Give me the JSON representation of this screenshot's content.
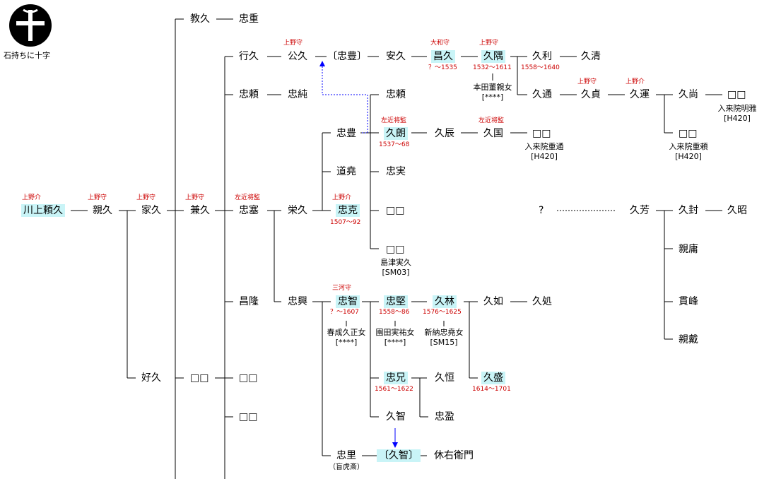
{
  "crest": {
    "icon": "cross-in-circle-crest-icon",
    "label": "石持ちに十字"
  },
  "names": {
    "kawakami_yorihisa": "川上頼久",
    "chikahisa": "親久",
    "iehisa": "家久",
    "kanehisa": "兼久",
    "norihisa": "教久",
    "tadashige": "忠重",
    "yukihisa": "行久",
    "kimihisa": "公久",
    "tadatoyo_br": "〔忠豊〕",
    "yasuhisa": "安久",
    "masahisa": "昌久",
    "hisasumi": "久隅",
    "hisatoshi": "久利",
    "hisakiyo": "久清",
    "hisamichi": "久通",
    "hisasada": "久貞",
    "hisayuki": "久運",
    "hisanao": "久尚",
    "box_a": "□□",
    "tadayori_1": "忠頼",
    "tadazumi": "忠純",
    "tadayori_2": "忠頼",
    "tadatoyo": "忠豊",
    "hisaakira": "久朗",
    "hisatoki": "久辰",
    "hisakuni": "久国",
    "box_b": "□□",
    "box_c": "□□",
    "michitaka": "道堯",
    "tadazane": "忠実",
    "tadafusa": "忠塞",
    "munehisa": "栄久",
    "tadakatsu": "忠克",
    "box_d": "□□",
    "question": "?",
    "hisayoshi": "久芳",
    "hisakado": "久封",
    "hisaaki": "久昭",
    "chikayasu": "親庸",
    "box_e": "□□",
    "masataka": "昌隆",
    "tadaoki": "忠興",
    "tadatomo": "忠智",
    "tadakata": "忠堅",
    "hisashige": "久林",
    "hisayuki2": "久如",
    "hisasho": "久処",
    "kanmine": "貫峰",
    "chikatai": "親戴",
    "yoshihisa": "好久",
    "box_f": "□□",
    "box_g": "□□",
    "tadamitsu": "忠兄",
    "hisatsune": "久恒",
    "hisamori": "久盛",
    "box_h": "□□",
    "hisatomo": "久智",
    "tadamitsu2": "忠盈",
    "tadasato": "忠里",
    "hisatomo_br": "〔久智〕",
    "kyuuemon": "休右衛門"
  },
  "titles": {
    "kozuke_suke_1": "上野介",
    "kozuke_kami_1": "上野守",
    "kozuke_kami_2": "上野守",
    "kozuke_kami_3": "上野守",
    "sakon_shogen_1": "左近将監",
    "kozuke_kami_4": "上野守",
    "yamato_kami": "大和守",
    "kozuke_kami_5": "上野守",
    "kozuke_kami_6": "上野守",
    "kozuke_suke_2": "上野介",
    "sakon_shogen_2": "左近将監",
    "sakon_shogen_3": "左近将監",
    "kozuke_suke_3": "上野介",
    "mikawa_kami": "三河守"
  },
  "years": {
    "masahisa": "？～1535",
    "hisasumi": "1532～1611",
    "hisatoshi": "1558～1640",
    "hisaakira": "1537～68",
    "tadakatsu": "1507～92",
    "tadatomo": "？～1607",
    "tadakata": "1558～86",
    "hisashige": "1576～1625",
    "tadamitsu": "1561～1622",
    "hisamori": "1614～1701"
  },
  "spouses": {
    "hisasumi_name": "本田董親女",
    "hisasumi_ref": "[****]",
    "box_b_name": "入来院重通",
    "box_b_ref": "[H420]",
    "box_a_name": "入来院明雅",
    "box_a_ref": "[H420]",
    "box_c_name": "入来院重頼",
    "box_c_ref": "[H420]",
    "box_e_name": "島津実久",
    "box_e_ref": "[SM03]",
    "tadatomo_name": "春成久正女",
    "tadatomo_ref": "[****]",
    "tadakata_name": "園田実祐女",
    "tadakata_ref": "[****]",
    "hisashige_name": "新納忠堯女",
    "hisashige_ref": "[SM15]",
    "tadasato_alias": "（盲虎斎）"
  },
  "colors": {
    "title_red": "#cc0000",
    "highlight": "#c9f4f7",
    "adoption_blue": "#0000ff"
  }
}
